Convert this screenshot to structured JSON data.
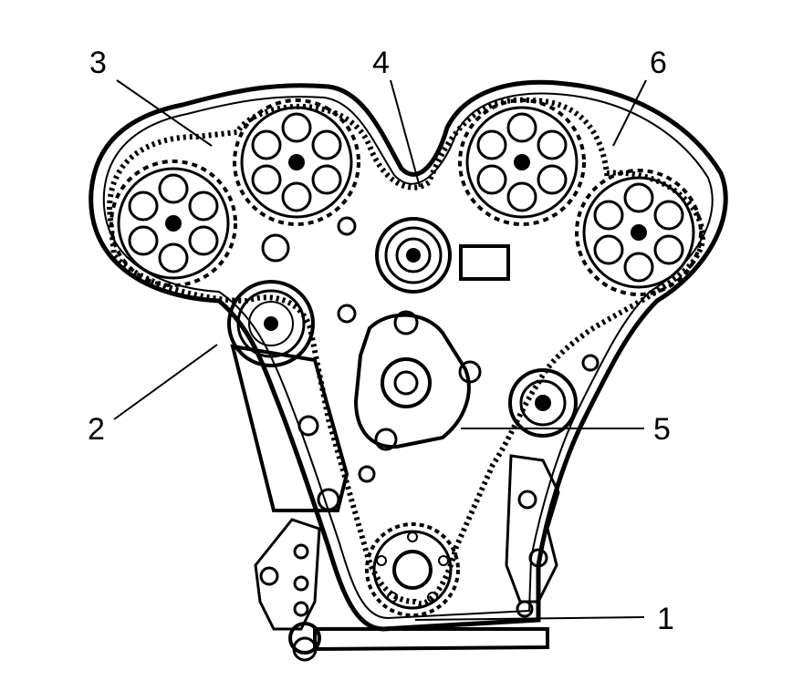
{
  "callouts": [
    {
      "id": "1",
      "label": "1"
    },
    {
      "id": "2",
      "label": "2"
    },
    {
      "id": "3",
      "label": "3"
    },
    {
      "id": "4",
      "label": "4"
    },
    {
      "id": "5",
      "label": "5"
    },
    {
      "id": "6",
      "label": "6"
    }
  ],
  "colors": {
    "line": "#000000",
    "background": "#ffffff"
  }
}
